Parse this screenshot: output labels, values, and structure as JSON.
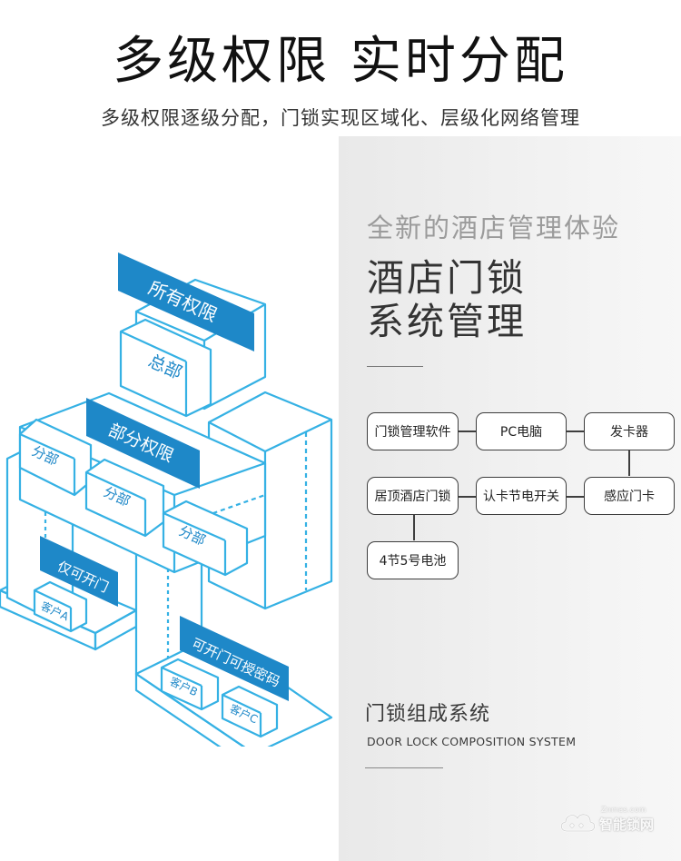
{
  "header": {
    "title": "多级权限 实时分配",
    "subtitle": "多级权限逐级分配，门锁实现区域化、层级化网络管理"
  },
  "hierarchy": {
    "top_banner": "所有权限",
    "top_label": "总部",
    "mid_banner": "部分权限",
    "mid_labels": [
      "分部",
      "分部",
      "分部"
    ],
    "left_banner": "仅可开门",
    "left_label": "客户A",
    "right_banner": "可开门可授密码",
    "right_labels": [
      "客户B",
      "客户C"
    ]
  },
  "panel": {
    "intro": "全新的酒店管理体验",
    "heading_line1": "酒店门锁",
    "heading_line2": "系统管理",
    "nodes": {
      "software": "门锁管理软件",
      "pc": "PC电脑",
      "issuer": "发卡器",
      "lock": "居顶酒店门锁",
      "power_switch": "认卡节电开关",
      "sensor_card": "感应门卡",
      "battery": "4节5号电池"
    },
    "system_title_zh": "门锁组成系统",
    "system_title_en": "DOOR LOCK COMPOSITION SYSTEM"
  },
  "watermark": {
    "url": "Znmas.com",
    "name": "智能锁网"
  },
  "colors": {
    "accent_blue": "#1e88c8",
    "line_blue": "#35b1e4",
    "panel_gray": "#eeeeee",
    "node_border": "#3d3d3d"
  }
}
